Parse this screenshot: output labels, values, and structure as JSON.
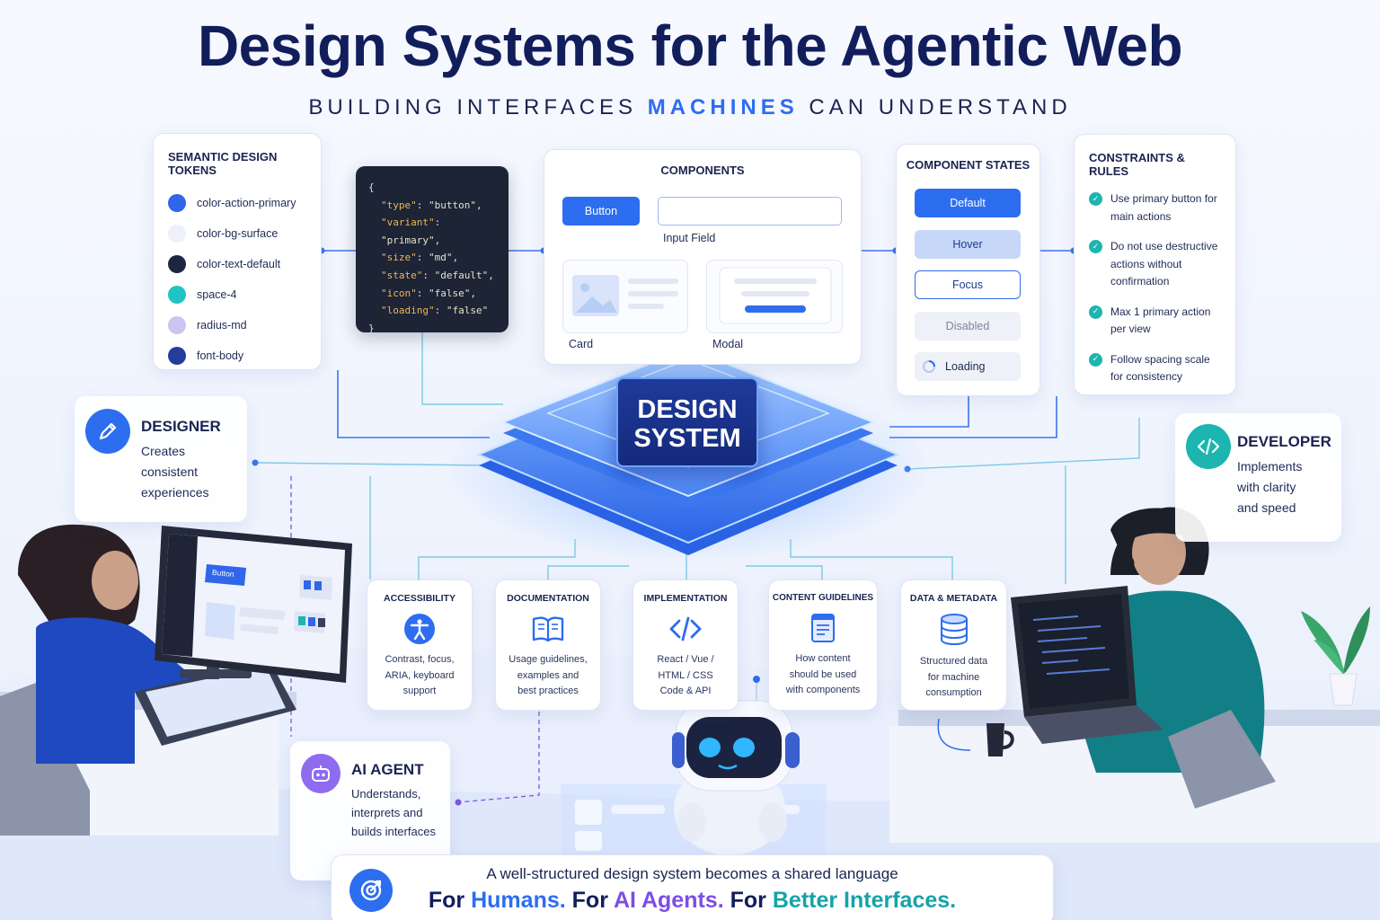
{
  "header": {
    "title": "Design Systems for the Agentic Web",
    "subtitle_before": "BUILDING INTERFACES",
    "subtitle_highlight": "MACHINES",
    "subtitle_after": "CAN UNDERSTAND"
  },
  "tokens": {
    "title": "SEMANTIC DESIGN TOKENS",
    "items": [
      {
        "label": "color-action-primary",
        "color": "#2f66ea"
      },
      {
        "label": "color-bg-surface",
        "color": "#eef1fb"
      },
      {
        "label": "color-text-default",
        "color": "#1d2640"
      },
      {
        "label": "space-4",
        "color": "#21c4c4"
      },
      {
        "label": "radius-md",
        "color": "#cdc4f2"
      },
      {
        "label": "font-body",
        "color": "#243c9a"
      }
    ]
  },
  "code": {
    "open": "{",
    "close": "}",
    "entries": [
      {
        "key": "\"type\"",
        "value": "\"button\","
      },
      {
        "key": "\"variant\"",
        "value": "\"primary\","
      },
      {
        "key": "\"size\"",
        "value": "\"md\","
      },
      {
        "key": "\"state\"",
        "value": "\"default\","
      },
      {
        "key": "\"icon\"",
        "value": "\"false\","
      },
      {
        "key": "\"loading\"",
        "value": "\"false\""
      }
    ]
  },
  "components": {
    "title": "COMPONENTS",
    "button_label": "Button",
    "input_label": "Input Field",
    "card_label": "Card",
    "modal_label": "Modal"
  },
  "states": {
    "title": "COMPONENT STATES",
    "default": "Default",
    "hover": "Hover",
    "focus": "Focus",
    "disabled": "Disabled",
    "loading": "Loading"
  },
  "rules": {
    "title": "CONSTRAINTS & RULES",
    "items": [
      "Use primary button for main actions",
      "Do not use destructive actions without confirmation",
      "Max 1 primary action per view",
      "Follow spacing scale for consistency"
    ]
  },
  "core": {
    "line1": "DESIGN",
    "line2": "SYSTEM"
  },
  "designer": {
    "title": "DESIGNER",
    "desc": [
      "Creates",
      "consistent",
      "experiences"
    ]
  },
  "developer": {
    "title": "DEVELOPER",
    "desc": [
      "Implements",
      "with clarity",
      "and speed"
    ]
  },
  "agent": {
    "title": "AI AGENT",
    "desc": [
      "Understands,",
      "interprets and",
      "builds interfaces"
    ]
  },
  "monitor_button": "Button",
  "pillars": [
    {
      "title": "ACCESSIBILITY",
      "desc": [
        "Contrast, focus,",
        "ARIA, keyboard",
        "support"
      ]
    },
    {
      "title": "DOCUMENTATION",
      "desc": [
        "Usage guidelines,",
        "examples and",
        "best practices"
      ]
    },
    {
      "title": "IMPLEMENTATION",
      "desc": [
        "React / Vue /",
        "HTML / CSS",
        "Code & API"
      ]
    },
    {
      "title": "CONTENT GUIDELINES",
      "desc": [
        "How content",
        "should be used",
        "with components"
      ]
    },
    {
      "title": "DATA & METADATA",
      "desc": [
        "Structured data",
        "for machine",
        "consumption"
      ]
    }
  ],
  "footer": {
    "line1": "A well-structured design system becomes a shared language",
    "for1": "For",
    "humans": "Humans.",
    "for2": "For",
    "agents": "AI Agents.",
    "for3": "For",
    "better": "Better Interfaces."
  },
  "colors": {
    "primary": "#2d6df0",
    "navy": "#121e5c",
    "teal": "#1cb5b0",
    "purple": "#7c4ee6",
    "footer_teal": "#15a3a8"
  }
}
